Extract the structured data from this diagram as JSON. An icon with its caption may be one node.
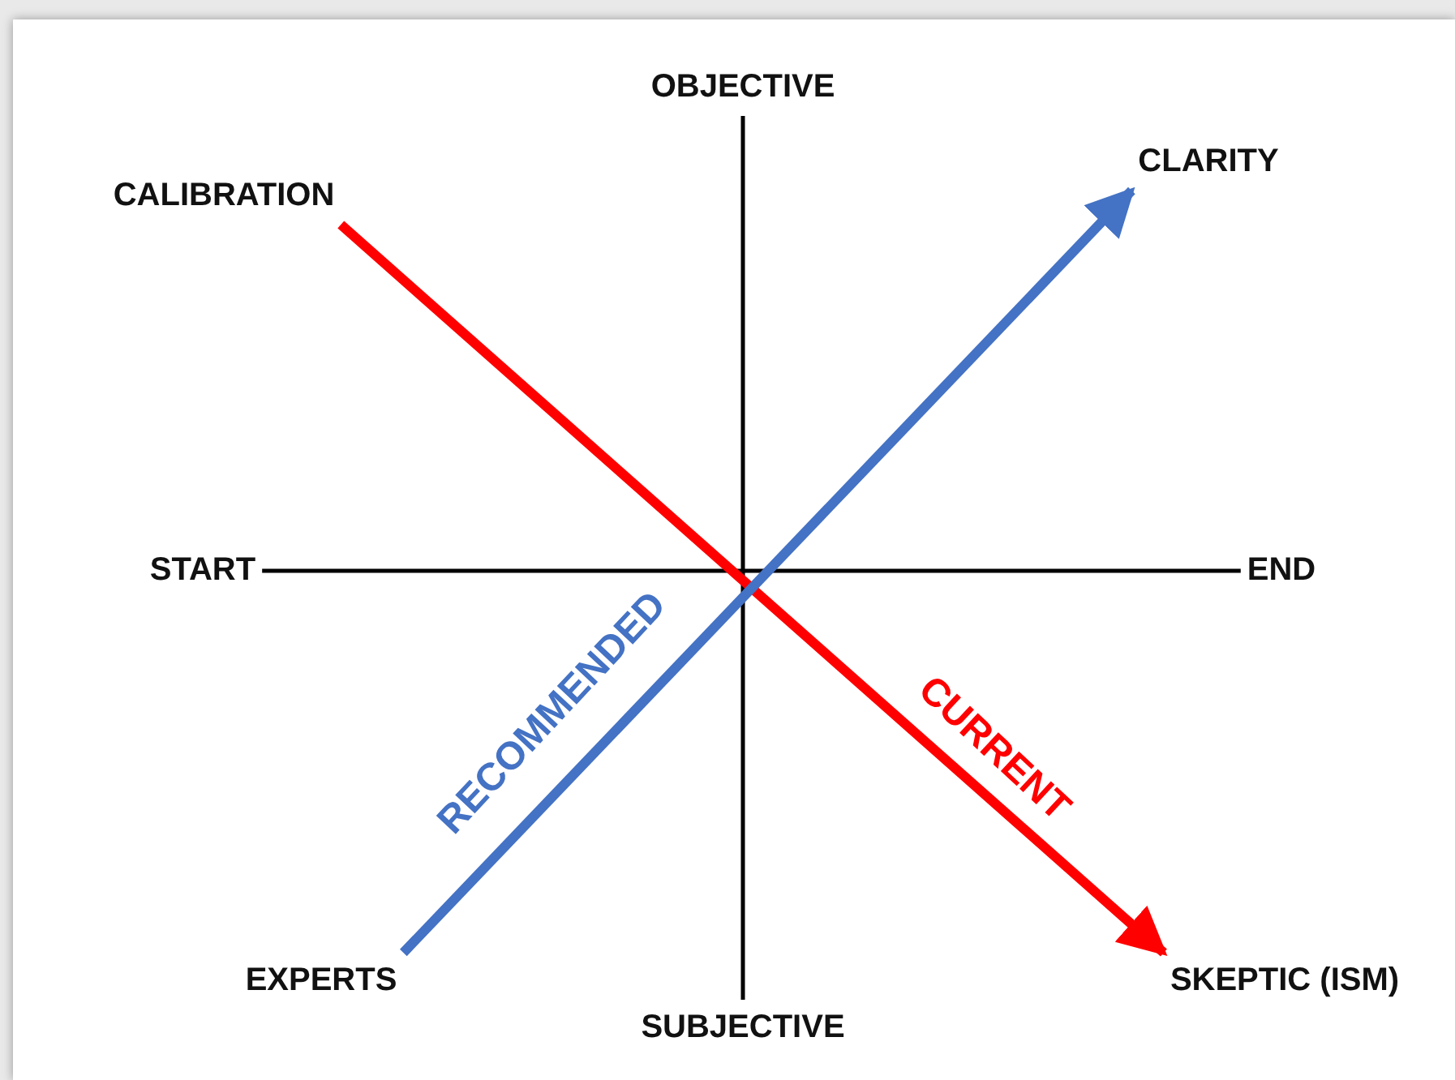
{
  "diagram": {
    "nodes": [
      {
        "text": [
          "OBJECTIVE"
        ]
      },
      {
        "text": [
          "CALIBRATION"
        ]
      },
      {
        "text": [
          "CLARITY"
        ]
      },
      {
        "text": [
          "START"
        ]
      },
      {
        "text": [
          "END"
        ]
      },
      {
        "text": [
          "EXPERTS"
        ]
      },
      {
        "text": [
          "SUBJECTIVE"
        ]
      },
      {
        "text": [
          "SKEPTIC (ISM)"
        ]
      }
    ],
    "edges": [
      {
        "from": 0,
        "to": 6,
        "arrow": "none"
      },
      {
        "from": 3,
        "to": 4,
        "arrow": "none"
      },
      {
        "from": 1,
        "to": 7,
        "arrow": "to",
        "label": "CURRENT",
        "style": "thick",
        "color": "#ff0000"
      },
      {
        "from": 5,
        "to": 2,
        "arrow": "to",
        "label": "RECOMMENDED",
        "style": "thick",
        "color": "#4472c4"
      }
    ]
  }
}
